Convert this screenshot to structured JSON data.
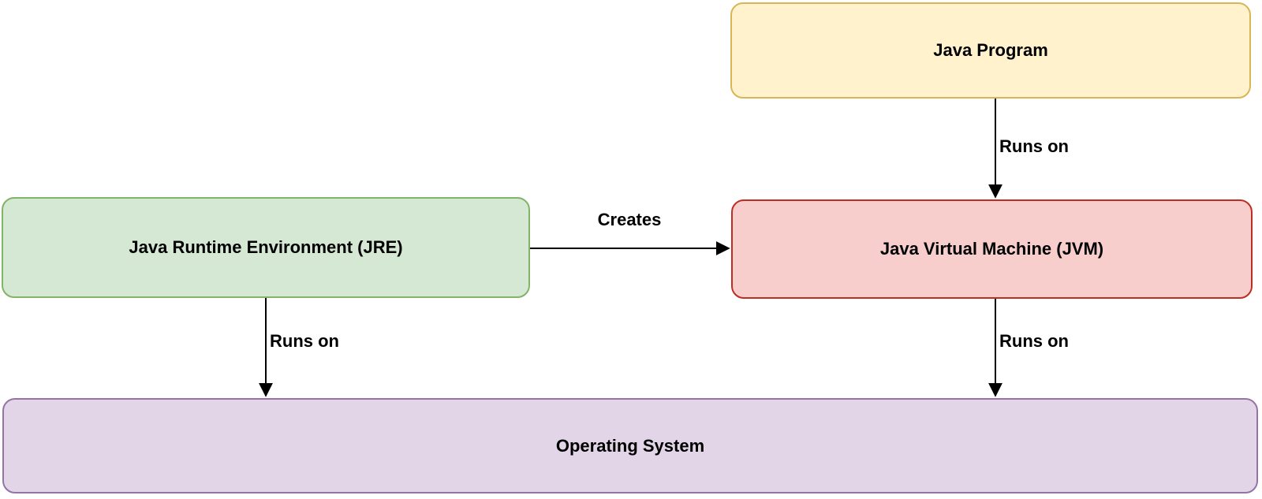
{
  "diagram": {
    "background": "#FFFFFF",
    "edge_color": "#000000",
    "nodes": {
      "java_program": {
        "label": "Java Program",
        "fill": "#FFF2CC",
        "stroke": "#D6B656"
      },
      "jre": {
        "label": "Java Runtime Environment (JRE)",
        "fill": "#D5E8D4",
        "stroke": "#82B366"
      },
      "jvm": {
        "label": "Java Virtual Machine (JVM)",
        "fill": "#F8CECC",
        "stroke": "#BE2D23"
      },
      "os": {
        "label": "Operating System",
        "fill": "#E1D5E7",
        "stroke": "#9673A6"
      }
    },
    "edges": [
      {
        "from": "java_program",
        "to": "jvm",
        "label": "Runs on"
      },
      {
        "from": "jre",
        "to": "jvm",
        "label": "Creates"
      },
      {
        "from": "jre",
        "to": "os",
        "label": "Runs on"
      },
      {
        "from": "jvm",
        "to": "os",
        "label": "Runs on"
      }
    ]
  }
}
